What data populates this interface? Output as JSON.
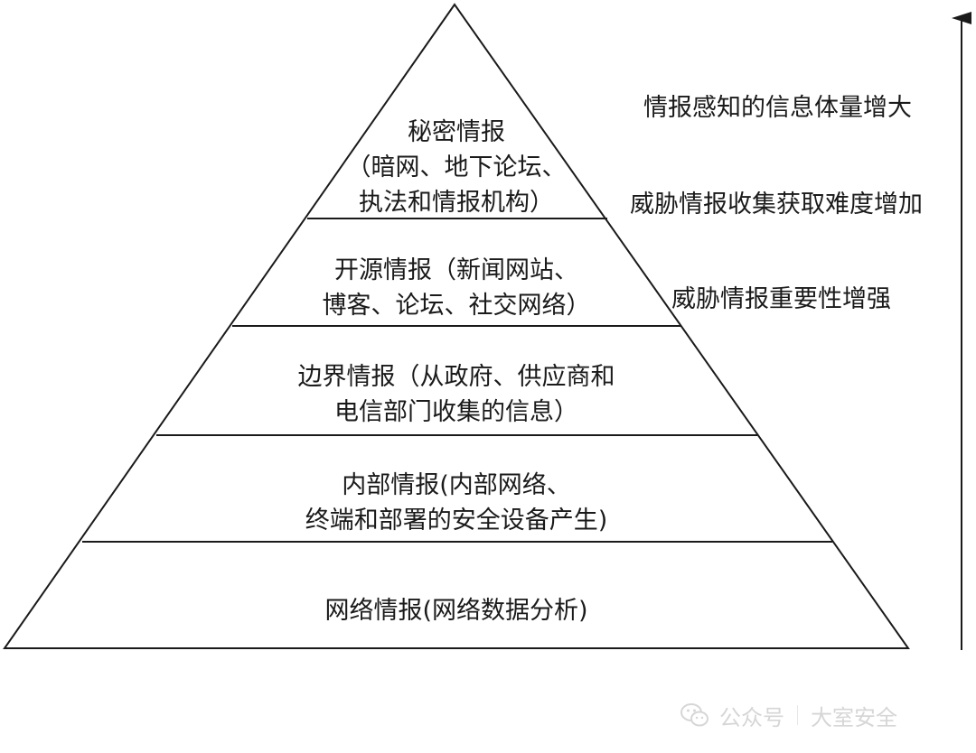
{
  "tiers": [
    {
      "title": "秘密情报",
      "lines": [
        "（暗网、地下论坛、",
        "执法和情报机构）"
      ]
    },
    {
      "title": "",
      "lines": [
        "开源情报（新闻网站、",
        "博客、论坛、社交网络）"
      ]
    },
    {
      "title": "",
      "lines": [
        "边界情报（从政府、供应商和",
        "电信部门收集的信息）"
      ]
    },
    {
      "title": "",
      "lines": [
        "内部情报(内部网络、",
        "终端和部署的安全设备产生)"
      ]
    },
    {
      "title": "",
      "lines": [
        "网络情报(网络数据分析)"
      ]
    }
  ],
  "side_labels": [
    "情报感知的信息体量增大",
    "威胁情报收集获取难度增加",
    "威胁情报重要性增强"
  ],
  "watermark": {
    "prefix": "公众号",
    "name": "大室安全",
    "icon": "wechat-icon"
  }
}
